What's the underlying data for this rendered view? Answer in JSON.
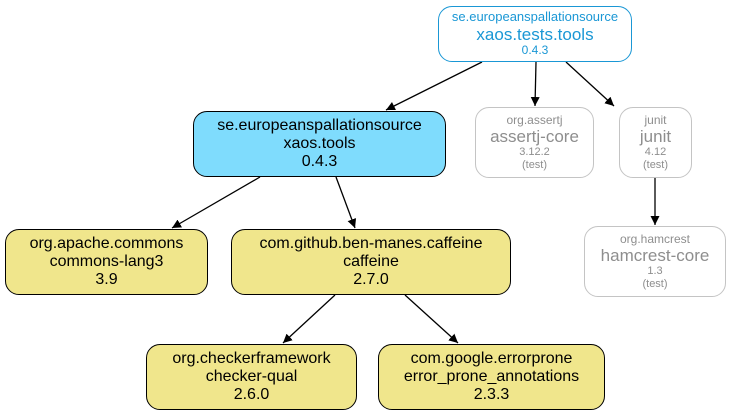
{
  "nodes": {
    "root": {
      "group": "se.europeanspallationsource",
      "artifact": "xaos.tests.tools",
      "version": "0.4.3"
    },
    "tools": {
      "group": "se.europeanspallationsource",
      "artifact": "xaos.tools",
      "version": "0.4.3"
    },
    "assertj": {
      "group": "org.assertj",
      "artifact": "assertj-core",
      "version": "3.12.2",
      "scope": "(test)"
    },
    "junit": {
      "group": "junit",
      "artifact": "junit",
      "version": "4.12",
      "scope": "(test)"
    },
    "hamcrest": {
      "group": "org.hamcrest",
      "artifact": "hamcrest-core",
      "version": "1.3",
      "scope": "(test)"
    },
    "lang3": {
      "group": "org.apache.commons",
      "artifact": "commons-lang3",
      "version": "3.9"
    },
    "caffeine": {
      "group": "com.github.ben-manes.caffeine",
      "artifact": "caffeine",
      "version": "2.7.0"
    },
    "checker": {
      "group": "org.checkerframework",
      "artifact": "checker-qual",
      "version": "2.6.0"
    },
    "errorprone": {
      "group": "com.google.errorprone",
      "artifact": "error_prone_annotations",
      "version": "2.3.3"
    }
  },
  "edges": [
    {
      "from": "root",
      "to": "tools"
    },
    {
      "from": "root",
      "to": "assertj"
    },
    {
      "from": "root",
      "to": "junit"
    },
    {
      "from": "junit",
      "to": "hamcrest"
    },
    {
      "from": "tools",
      "to": "lang3"
    },
    {
      "from": "tools",
      "to": "caffeine"
    },
    {
      "from": "caffeine",
      "to": "checker"
    },
    {
      "from": "caffeine",
      "to": "errorprone"
    }
  ],
  "colors": {
    "root_border": "#1a97d5",
    "highlight_fill": "#7fdcfd",
    "dependency_fill": "#f0e68c",
    "test_border": "#c4c4c4",
    "test_text": "#8e8e8e",
    "edge": "#000000"
  }
}
